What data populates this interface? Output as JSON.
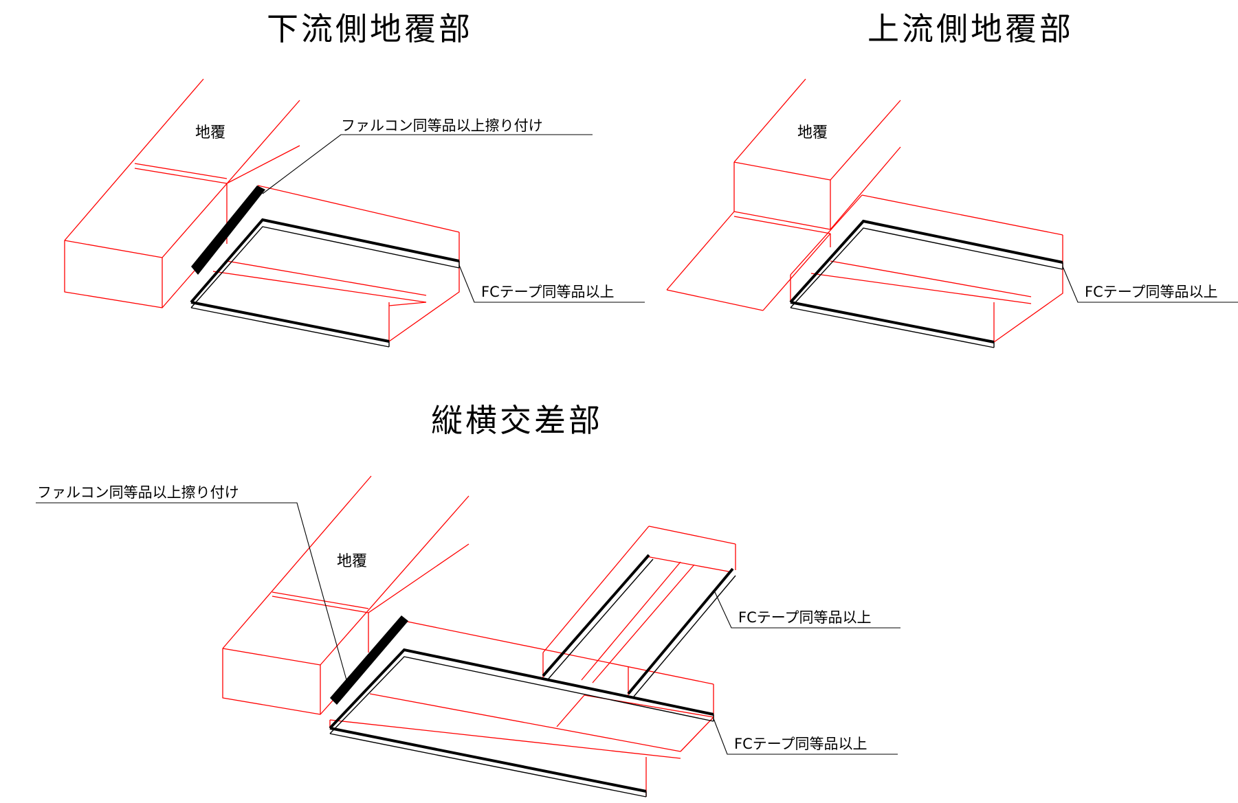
{
  "titles": {
    "downstream": "下流側地覆部",
    "upstream": "上流側地覆部",
    "crossing": "縦横交差部"
  },
  "labels": {
    "jifuku": "地覆",
    "falcon_note": "ファルコン同等品以上擦り付け",
    "fc_tape_note": "FCテープ同等品以上"
  },
  "colors": {
    "outline": "#ff0000",
    "frame": "#000000"
  }
}
